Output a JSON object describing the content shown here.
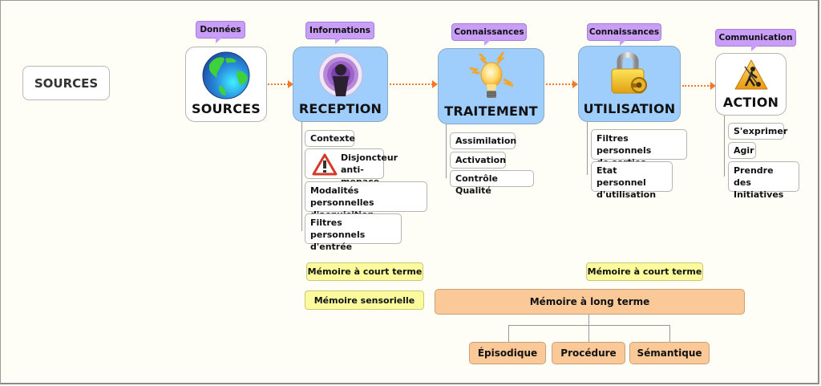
{
  "left_label": "SOURCES",
  "nodes": [
    {
      "callout": "Données",
      "title": "SOURCES",
      "icon": "globe-icon",
      "style": "white"
    },
    {
      "callout": "Informations",
      "title": "RECEPTION",
      "icon": "podcast-icon",
      "style": "blue",
      "children": [
        "Contexte",
        "Disjoncteur anti-menace",
        "Modalités personnelles d'acquisition",
        "Filtres personnels d'entrée"
      ]
    },
    {
      "callout": "Connaissances",
      "title": "TRAITEMENT",
      "icon": "lightbulb-icon",
      "style": "blue",
      "children": [
        "Assimilation",
        "Activation",
        "Contrôle Qualité"
      ]
    },
    {
      "callout": "Connaissances",
      "title": "UTILISATION",
      "icon": "padlock-icon",
      "style": "blue",
      "children": [
        "Filtres personnels de sorties",
        "Etat personnel d'utilisation"
      ]
    },
    {
      "callout": "Communication",
      "title": "ACTION",
      "icon": "worker-warning-icon",
      "style": "white",
      "children": [
        "S'exprimer",
        "Agir",
        "Prendre des Initiatives"
      ]
    }
  ],
  "reception_children": {
    "c0": "Contexte",
    "c1_line1": "Disjoncteur",
    "c1_line2": "anti-menace",
    "c2_line1": "Modalités personnelles",
    "c2_line2": "d'acquisition",
    "c3_line1": "Filtres personnels",
    "c3_line2": "d'entrée"
  },
  "traitement_children": [
    "Assimilation",
    "Activation",
    "Contrôle Qualité"
  ],
  "utilisation_children": {
    "c0_line1": "Filtres personnels",
    "c0_line2": "de sorties",
    "c1_line1": "Etat personnel",
    "c1_line2": "d'utilisation"
  },
  "action_children": {
    "c0": "S'exprimer",
    "c1": "Agir",
    "c2_line1": "Prendre des",
    "c2_line2": "Initiatives"
  },
  "memory": {
    "short_term_left": "Mémoire à court terme",
    "sensory": "Mémoire sensorielle",
    "short_term_right": "Mémoire à court terme",
    "long_term": "Mémoire à long terme",
    "long_term_types": [
      "Épisodique",
      "Procédure",
      "Sémantique"
    ]
  },
  "colors": {
    "callout": "#c89ef6",
    "main_blue": "#9fcdfc",
    "arrow": "#f07a2a",
    "yellow_memory": "#fbfb9d",
    "orange_memory": "#fbc898",
    "background": "#fefef6"
  }
}
